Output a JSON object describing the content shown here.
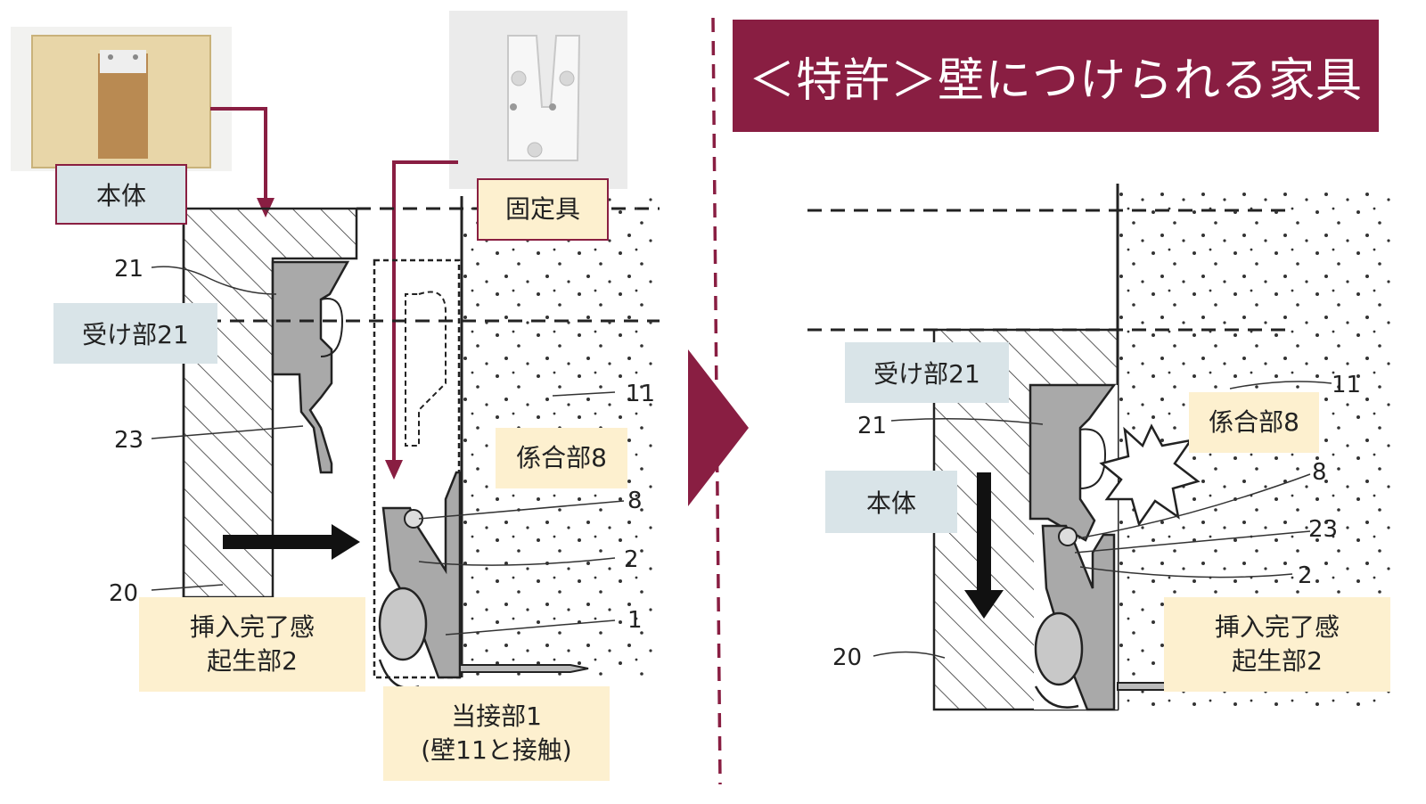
{
  "title": "＜特許＞壁につけられる家具",
  "left_panel": {
    "label_hontai": "本体",
    "label_koteigu": "固定具",
    "label_ukebu": "受け部21",
    "label_kagoubu": "係合部8",
    "label_sounyu_line1": "挿入完了感",
    "label_sounyu_line2": "起生部2",
    "label_tousetsu_line1": "当接部1",
    "label_tousetsu_line2": "(壁11と接触)",
    "ref_21": "21",
    "ref_23": "23",
    "ref_20": "20",
    "ref_11": "11",
    "ref_8": "8",
    "ref_2": "2",
    "ref_1": "1"
  },
  "right_panel": {
    "label_ukebu": "受け部21",
    "label_hontai": "本体",
    "label_kagoubu": "係合部8",
    "label_sounyu_line1": "挿入完了感",
    "label_sounyu_line2": "起生部2",
    "ref_21": "21",
    "ref_20": "20",
    "ref_11": "11",
    "ref_8": "8",
    "ref_23": "23",
    "ref_2": "2"
  },
  "colors": {
    "accent": "#891e42",
    "label_blue": "#d9e4e8",
    "label_yellow": "#fdf0cf",
    "part_gray": "#a9a9a9"
  },
  "icons": {
    "arrow_between": "triangle-right-icon",
    "photo_body": "wooden-block-photo",
    "photo_fixture": "wall-fixture-photo"
  }
}
